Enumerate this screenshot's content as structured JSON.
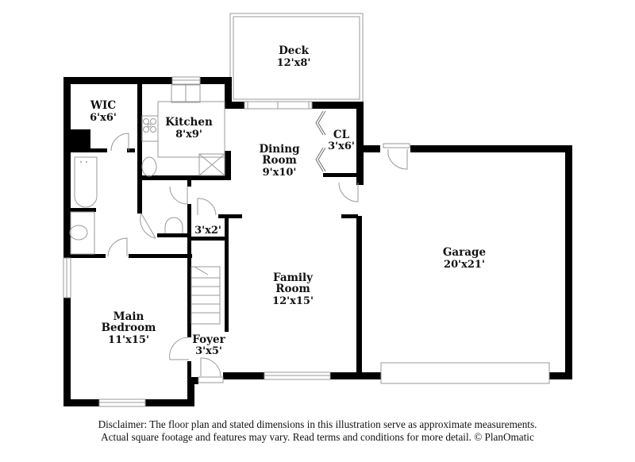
{
  "floor_plan": {
    "rooms": [
      {
        "id": "deck",
        "name": "Deck",
        "dimensions": "12'x8'"
      },
      {
        "id": "wic",
        "name": "WIC",
        "dimensions": "6'x6'"
      },
      {
        "id": "kitchen",
        "name": "Kitchen",
        "dimensions": "8'x9'"
      },
      {
        "id": "dining-room",
        "name": "Dining Room",
        "name_lines": [
          "Dining",
          "Room"
        ],
        "dimensions": "9'x10'"
      },
      {
        "id": "closet",
        "name": "CL",
        "dimensions": "3'x6'"
      },
      {
        "id": "half-bath-closet",
        "name": "",
        "dimensions": "3'x2'"
      },
      {
        "id": "garage",
        "name": "Garage",
        "dimensions": "20'x21'"
      },
      {
        "id": "family-room",
        "name": "Family Room",
        "name_lines": [
          "Family",
          "Room"
        ],
        "dimensions": "12'x15'"
      },
      {
        "id": "main-bedroom",
        "name": "Main Bedroom",
        "name_lines": [
          "Main",
          "Bedroom"
        ],
        "dimensions": "11'x15'"
      },
      {
        "id": "foyer",
        "name": "Foyer",
        "dimensions": "3'x5'"
      }
    ],
    "colors": {
      "wall": "#000000",
      "fixture_line": "#9a9a9a",
      "background": "#ffffff",
      "text": "#111111"
    }
  },
  "disclaimer": {
    "line1": "Disclaimer: The floor plan and stated dimensions in this illustration serve as approximate measurements.",
    "line2": "Actual square footage and features may vary. Read terms and conditions for more detail. © PlanOmatic"
  }
}
